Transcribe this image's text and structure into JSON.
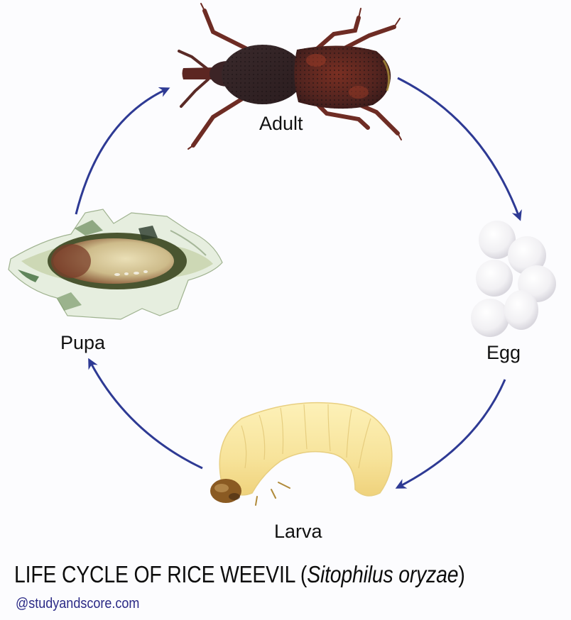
{
  "diagram": {
    "title_main": "LIFE CYCLE OF RICE WEEVIL",
    "title_open_paren": "(",
    "title_scientific_name": "Sitophilus oryzae",
    "title_close_paren": ")",
    "watermark": "@studyandscore.com",
    "stages": [
      {
        "id": "adult",
        "label": "Adult"
      },
      {
        "id": "egg",
        "label": "Egg"
      },
      {
        "id": "larva",
        "label": "Larva"
      },
      {
        "id": "pupa",
        "label": "Pupa"
      }
    ],
    "cycle_order": [
      "Adult",
      "Egg",
      "Larva",
      "Pupa",
      "Adult"
    ],
    "colors": {
      "arrow": "#2e3a94",
      "watermark": "#2b2a86",
      "text": "#111111",
      "background": "#fcfcfe"
    }
  }
}
